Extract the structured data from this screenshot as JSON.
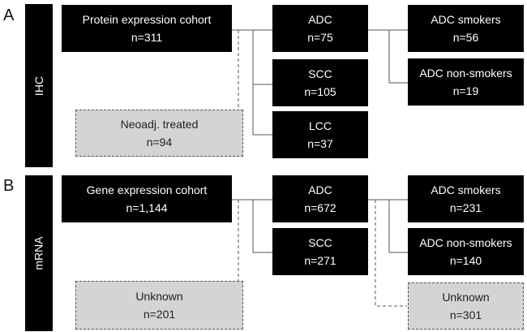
{
  "panels": [
    {
      "letter": "A",
      "side_label": "IHC",
      "cohort": {
        "title": "Protein expression cohort",
        "count": "n=311"
      },
      "excluded": {
        "title": "Neoadj. treated",
        "count": "n=94"
      },
      "subtypes": [
        {
          "title": "ADC",
          "count": "n=75"
        },
        {
          "title": "SCC",
          "count": "n=105"
        },
        {
          "title": "LCC",
          "count": "n=37"
        }
      ],
      "smoking": [
        {
          "title": "ADC smokers",
          "count": "n=56"
        },
        {
          "title": "ADC non-smokers",
          "count": "n=19"
        }
      ]
    },
    {
      "letter": "B",
      "side_label": "mRNA",
      "cohort": {
        "title": "Gene expression cohort",
        "count": "n=1,144"
      },
      "excluded": {
        "title": "Unknown",
        "count": "n=201"
      },
      "subtypes": [
        {
          "title": "ADC",
          "count": "n=672"
        },
        {
          "title": "SCC",
          "count": "n=271"
        }
      ],
      "smoking": [
        {
          "title": "ADC smokers",
          "count": "n=231"
        },
        {
          "title": "ADC non-smokers",
          "count": "n=140"
        }
      ],
      "smoking_unknown": {
        "title": "Unknown",
        "count": "n=301"
      }
    }
  ]
}
